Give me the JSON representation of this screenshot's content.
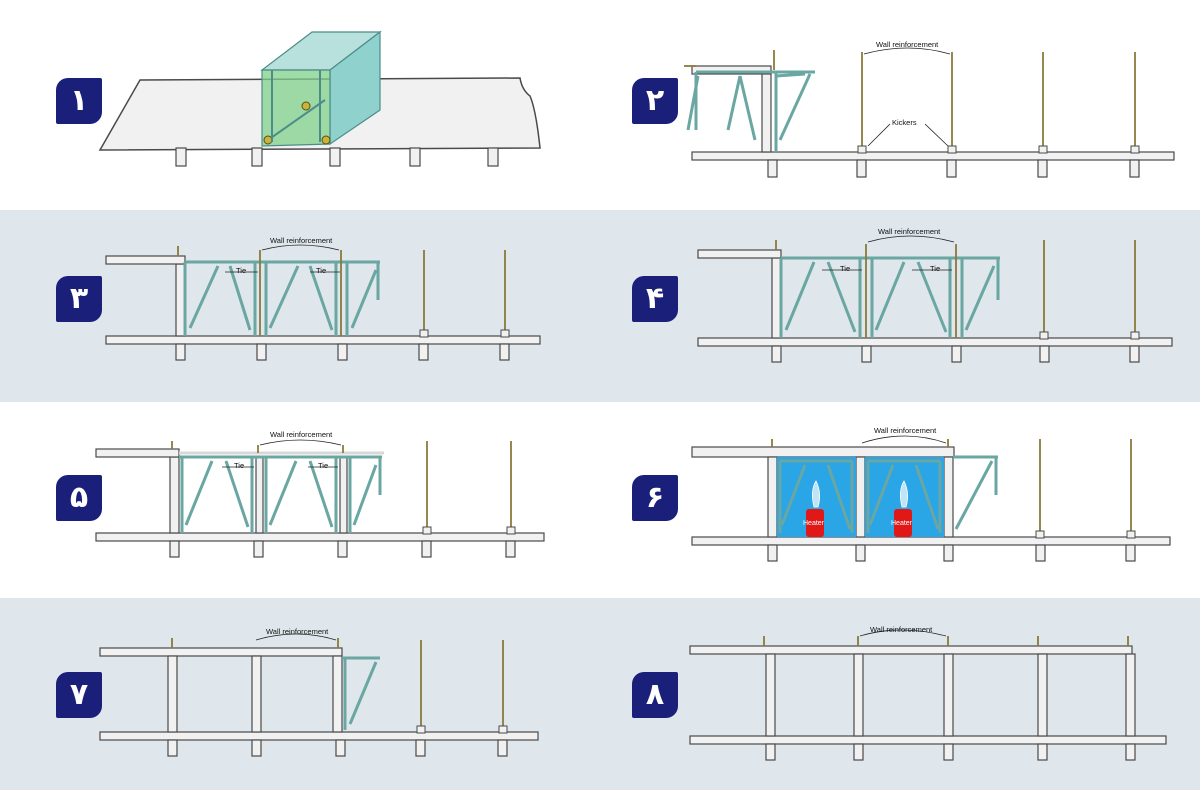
{
  "colors": {
    "band_tint": "#dfe7ec",
    "badge": "#1a1f7a",
    "concrete_fill": "#f1f1f1",
    "concrete_stroke": "#4a4a4a",
    "formwork": "#6aa6a2",
    "rebar": "#8a7a3a",
    "water_blue": "#2aa5e6",
    "heater_red": "#e01818"
  },
  "steps": [
    {
      "number": "۱"
    },
    {
      "number": "۲",
      "labels": {
        "wall_reinforcement": "Wall reinforcement",
        "kickers": "Kickers"
      }
    },
    {
      "number": "۳",
      "labels": {
        "wall_reinforcement": "Wall reinforcement",
        "tie": "Tie"
      }
    },
    {
      "number": "۴",
      "labels": {
        "wall_reinforcement": "Wall reinforcement",
        "tie": "Tie"
      }
    },
    {
      "number": "۵",
      "labels": {
        "wall_reinforcement": "Wall reinforcement",
        "tie": "Tie"
      }
    },
    {
      "number": "۶",
      "labels": {
        "wall_reinforcement": "Wall reinforcement",
        "heater": "Heater"
      }
    },
    {
      "number": "۷",
      "labels": {
        "wall_reinforcement": "Wall reinforcement"
      }
    },
    {
      "number": "۸",
      "labels": {
        "wall_reinforcement": "Wall reinforcement"
      }
    }
  ]
}
